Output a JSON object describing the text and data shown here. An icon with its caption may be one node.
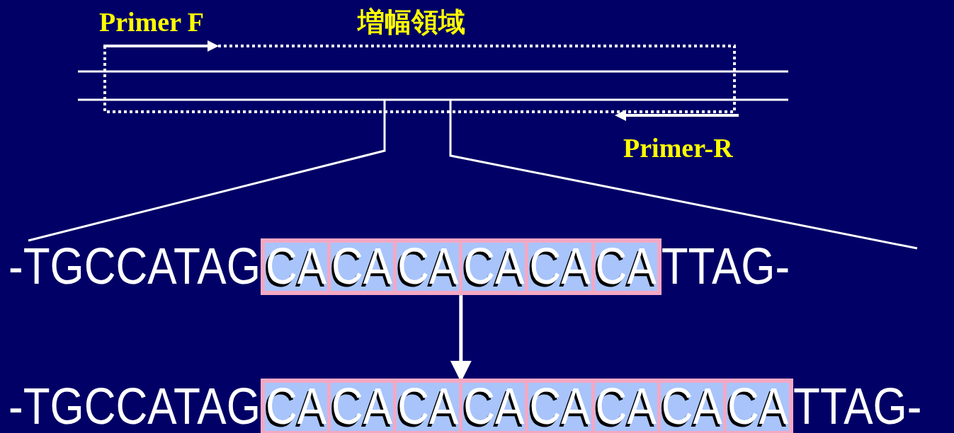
{
  "diagram": {
    "nodes": [
      {
        "text": [],
        "shape": "box"
      },
      {
        "text": [
          "CA"
        ],
        "in": 0
      },
      {
        "text": [
          "CA"
        ],
        "in": 0
      },
      {
        "text": [
          "CA"
        ],
        "in": 0
      },
      {
        "text": [
          "CA"
        ],
        "in": 0
      },
      {
        "text": [
          "CA"
        ],
        "in": 0
      },
      {
        "text": [
          "CA"
        ],
        "in": 0
      },
      {
        "text": [],
        "shape": "box"
      },
      {
        "text": [
          "CA"
        ],
        "in": 7
      },
      {
        "text": [
          "CA"
        ],
        "in": 7
      },
      {
        "text": [
          "CA"
        ],
        "in": 7
      },
      {
        "text": [
          "CA"
        ],
        "in": 7
      },
      {
        "text": [
          "CA"
        ],
        "in": 7
      },
      {
        "text": [
          "CA"
        ],
        "in": 7
      },
      {
        "text": [
          "CA"
        ],
        "in": 7
      },
      {
        "text": [
          "CA"
        ],
        "in": 7
      }
    ],
    "edges": [
      {
        "from": 0,
        "to": 7,
        "arrow": "to"
      }
    ],
    "labels": [
      "Primer F",
      "増幅領域",
      "Primer-R",
      "-TGCCATAG",
      "TTAG-",
      "-TGCCATAG",
      "TTAG-"
    ]
  }
}
